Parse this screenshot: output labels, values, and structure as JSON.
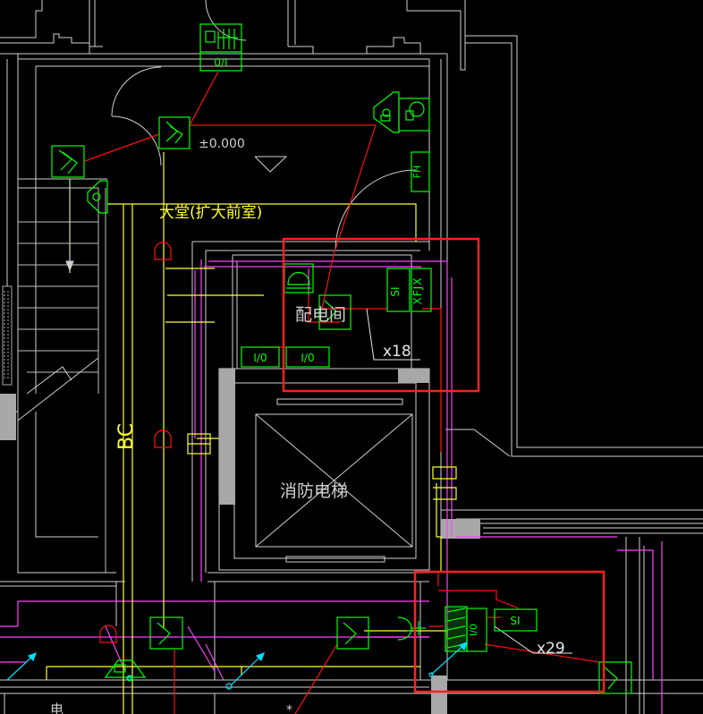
{
  "labels": {
    "elevation": "±0.000",
    "lobby": "大堂(扩大前室)",
    "distribution_room": "配电间",
    "fire_elevator": "消防电梯",
    "bc": "BC",
    "partial_room": "电",
    "partial_bottom": "*"
  },
  "devices": {
    "io_top": "0/I",
    "io_left": "I/0",
    "io_right": "I/0",
    "io_bottom": "I/0",
    "si_upper": "SI",
    "si_lower": "SI",
    "xfjx": "XFJX",
    "fh": "FH",
    "count_upper": "x18",
    "count_lower": "x29"
  },
  "colors": {
    "background": "#000000",
    "wall": "#d0d0d0",
    "device": "#00ff00",
    "signal_line": "#ff1010",
    "power_line": "#ffff30",
    "bus_line": "#ff40ff",
    "highlight_box": "#ff2020",
    "leader": "#ffffff",
    "column": "#a8a8a8",
    "detector": "#00e0ff"
  }
}
